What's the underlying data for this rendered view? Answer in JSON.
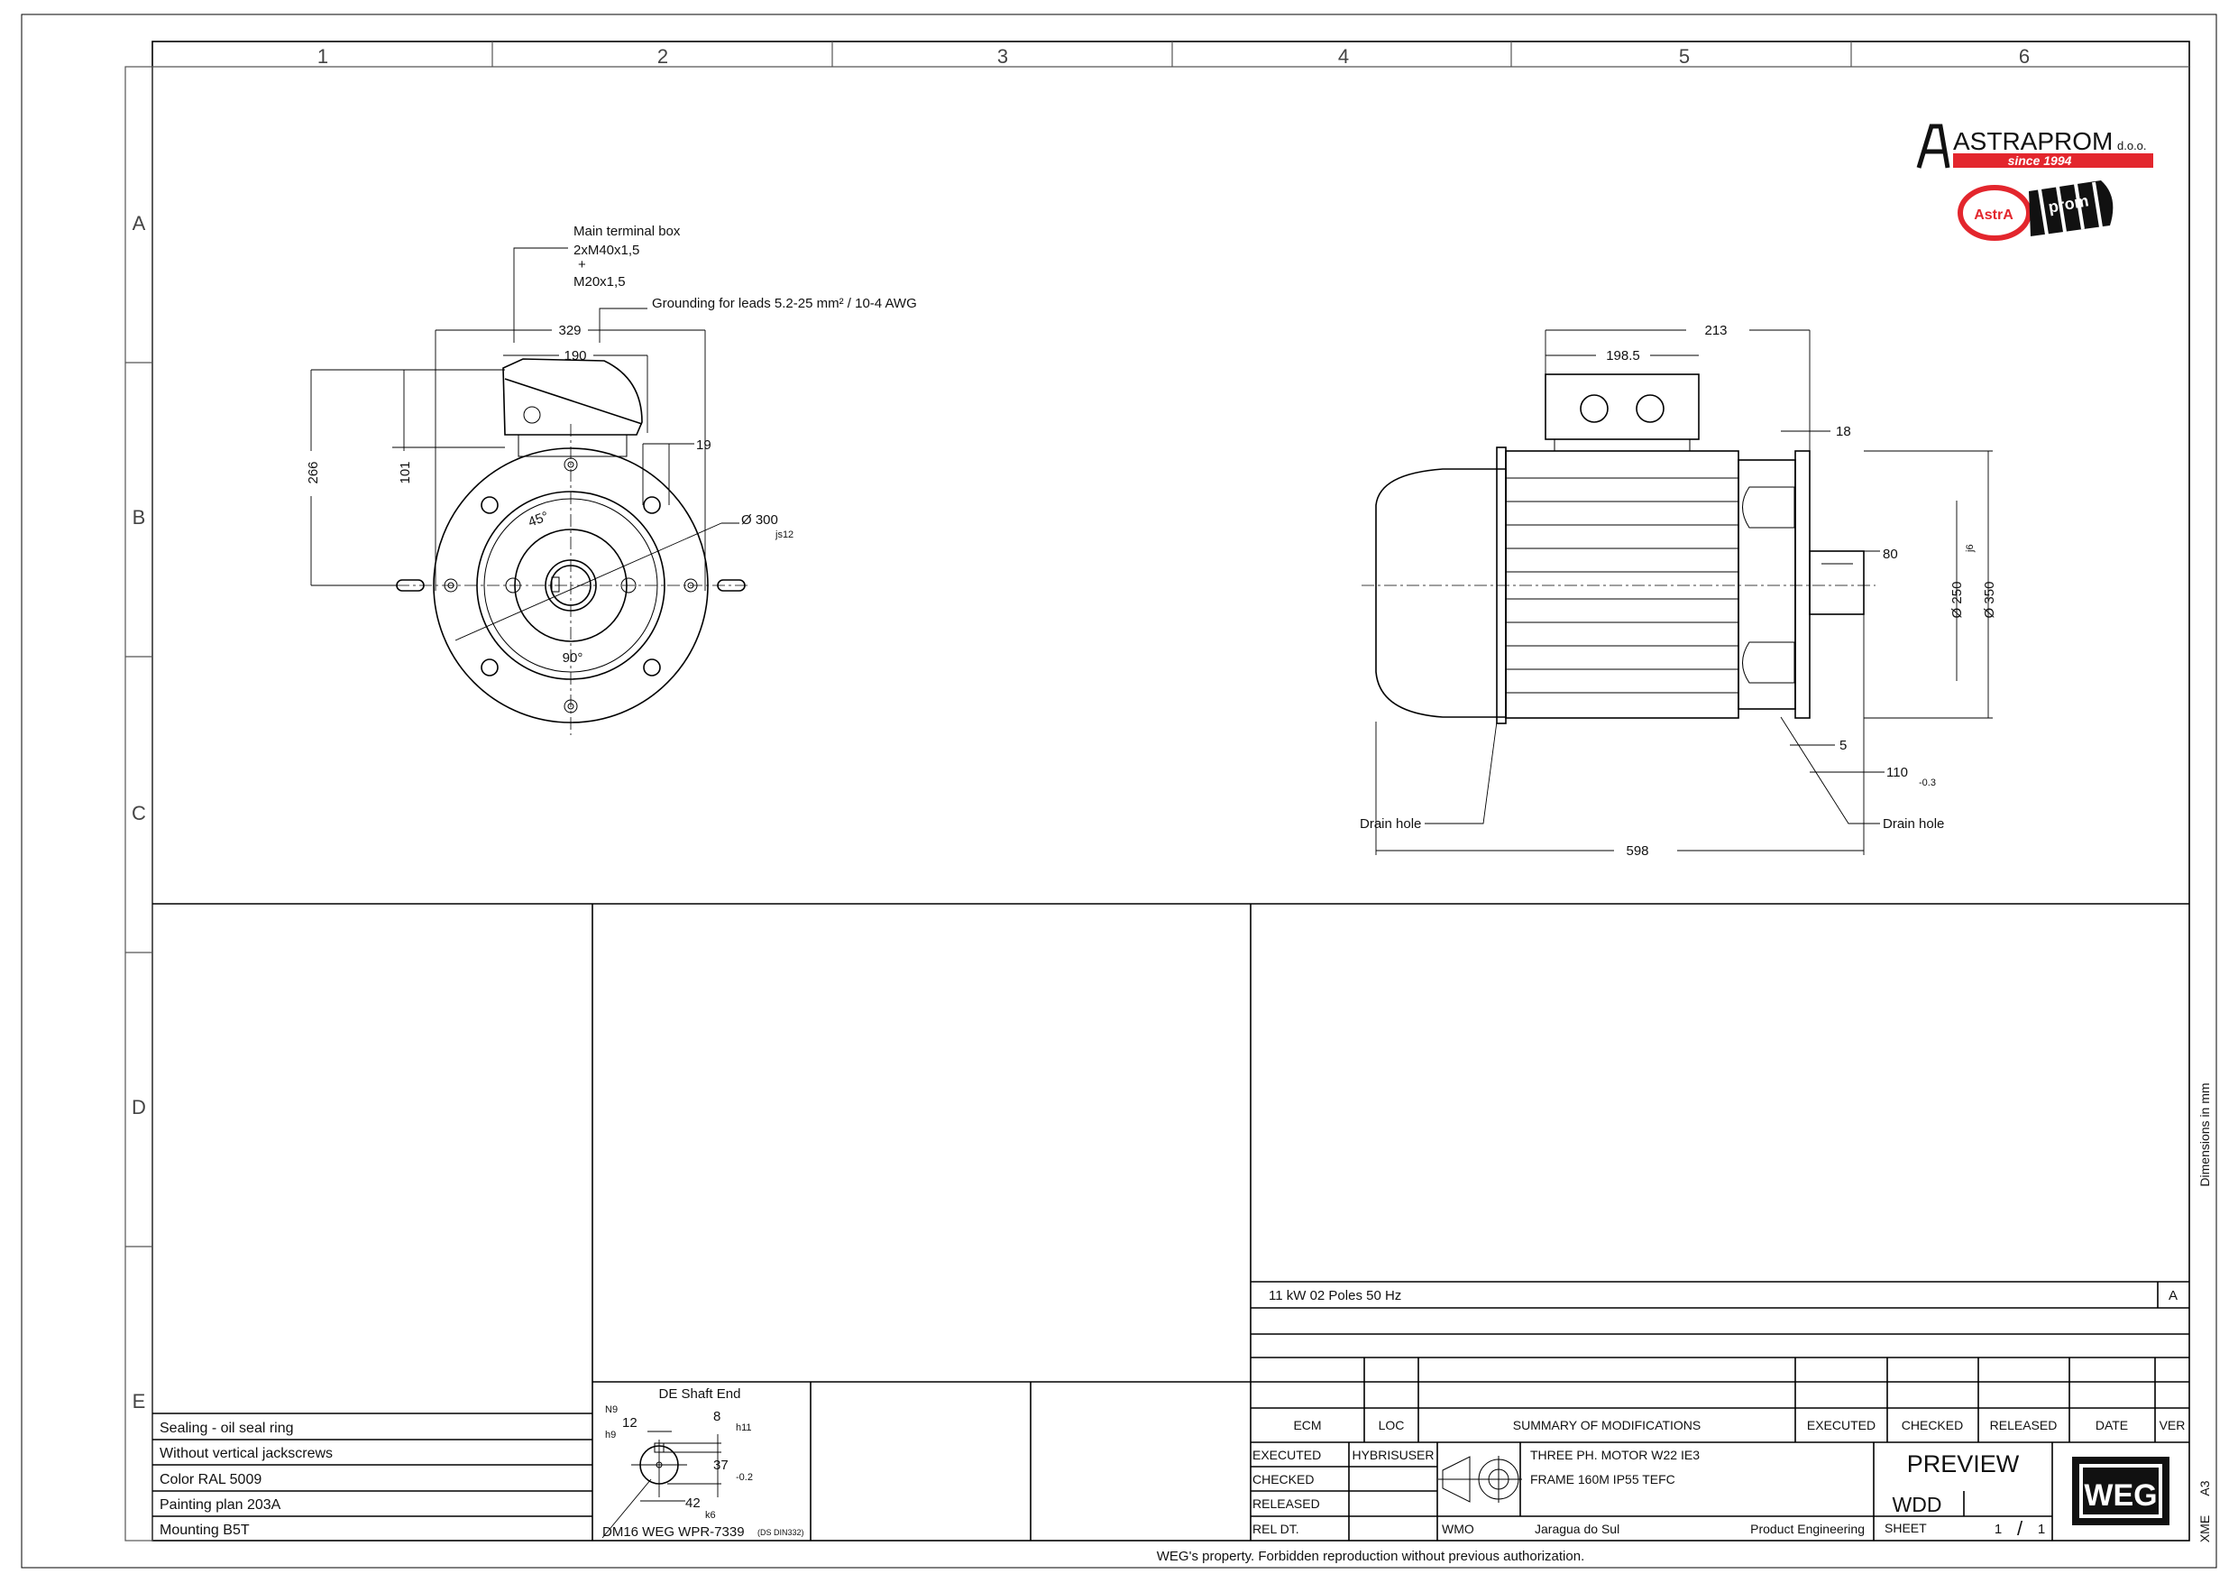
{
  "frame": {
    "columns": [
      "1",
      "2",
      "3",
      "4",
      "5",
      "6"
    ],
    "rows": [
      "A",
      "B",
      "C",
      "D",
      "E"
    ],
    "footer": "WEG's property. Forbidden reproduction without previous authorization.",
    "side_note": "Dimensions in mm",
    "format": "A3",
    "format_code": "XME"
  },
  "logo": {
    "company": "ASTRAPROM",
    "suffix": "d.o.o.",
    "tagline": "since 1994",
    "badge_left": "AstrA",
    "badge_right": "prom",
    "brand_red": "#e3262d"
  },
  "front_view": {
    "terminal_box_label": "Main terminal box",
    "terminal_box_thread1": "2xM40x1,5",
    "terminal_box_plus": "+",
    "terminal_box_thread2": "M20x1,5",
    "grounding_label": "Grounding for leads 5.2-25 mm² / 10-4 AWG",
    "dim_width": "329",
    "dim_box_width": "190",
    "dim_offset": "19",
    "dim_height": "266",
    "dim_box_height": "101",
    "dim_flange_dia": "Ø 300",
    "dim_flange_tol": "js12",
    "angle_45": "45°",
    "angle_90": "90°"
  },
  "side_view": {
    "dim_box_len": "213",
    "dim_box_pos": "198.5",
    "dim_flange_thk": "18",
    "dim_shaft_len": "80",
    "dim_spigot": "Ø 250",
    "dim_spigot_tol": "j6",
    "dim_flange_dia": "Ø 350",
    "dim_spigot_depth": "5",
    "dim_shaft_total": "110",
    "dim_shaft_tol": "-0.3",
    "drain_left": "Drain hole",
    "drain_right": "Drain hole",
    "dim_overall": "598"
  },
  "notes": [
    "Sealing - oil seal ring",
    "Without vertical jackscrews",
    "Color RAL 5009",
    "Painting plan 203A",
    "Mounting B5T"
  ],
  "shaft_end": {
    "title": "DE Shaft End",
    "key_tol_n9": "N9",
    "key_width": "12",
    "key_tol_h9": "h9",
    "key_height": "8",
    "key_height_tol": "h11",
    "dim_37": "37",
    "dim_37_tol": "-0.2",
    "dim_42": "42",
    "dim_42_tol": "k6",
    "center_hole": "DM16 WEG WPR-7339",
    "center_hole_std": "(DS DIN332)"
  },
  "title_block": {
    "rating": "11 kW   02 Poles   50 Hz",
    "revision": "A",
    "mod_headers": [
      "ECM",
      "LOC",
      "SUMMARY OF MODIFICATIONS",
      "EXECUTED",
      "CHECKED",
      "RELEASED",
      "DATE",
      "VER"
    ],
    "executed_label": "EXECUTED",
    "executed_by": "HYBRISUSER",
    "checked_label": "CHECKED",
    "released_label": "RELEASED",
    "rel_dt_label": "REL DT.",
    "desc_line1": "THREE PH. MOTOR  W22   IE3",
    "desc_line2": "FRAME 160M IP55 TEFC",
    "status": "PREVIEW",
    "doc_type": "WDD",
    "wmo": "WMO",
    "location": "Jaragua do Sul",
    "department": "Product Engineering",
    "sheet_label": "SHEET",
    "sheet_no": "1",
    "sheet_sep": "/",
    "sheet_total": "1",
    "brand": "WEG"
  }
}
